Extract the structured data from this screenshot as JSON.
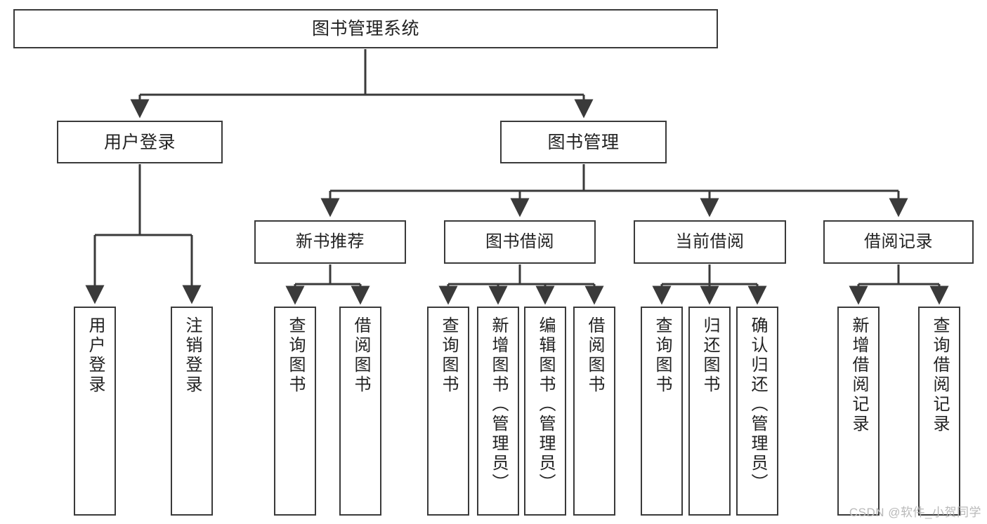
{
  "diagram": {
    "title": "图书管理系统",
    "type": "tree-hierarchy-chart",
    "watermark": "CSDN @软件_小贺同学",
    "colors": {
      "node_border": "#3a3a3a",
      "node_fill": "#ffffff",
      "edge": "#3a3a3a",
      "text": "#222222",
      "watermark": "#b9b9b9"
    },
    "root": {
      "label": "图书管理系统"
    },
    "level1": [
      {
        "label": "用户登录"
      },
      {
        "label": "图书管理"
      }
    ],
    "level2": [
      {
        "label": "新书推荐"
      },
      {
        "label": "图书借阅"
      },
      {
        "label": "当前借阅"
      },
      {
        "label": "借阅记录"
      }
    ],
    "leaves": {
      "user_login": [
        {
          "label": "用户登录"
        },
        {
          "label": "注销登录"
        }
      ],
      "new_book_recommend": [
        {
          "label": "查询图书"
        },
        {
          "label": "借阅图书"
        }
      ],
      "book_borrow": [
        {
          "label": "查询图书"
        },
        {
          "label": "新增图书（管理员）"
        },
        {
          "label": "编辑图书（管理员）"
        },
        {
          "label": "借阅图书"
        }
      ],
      "current_borrow": [
        {
          "label": "查询图书"
        },
        {
          "label": "归还图书"
        },
        {
          "label": "确认归还（管理员）"
        }
      ],
      "borrow_record": [
        {
          "label": "新增借阅记录"
        },
        {
          "label": "查询借阅记录"
        }
      ]
    }
  }
}
